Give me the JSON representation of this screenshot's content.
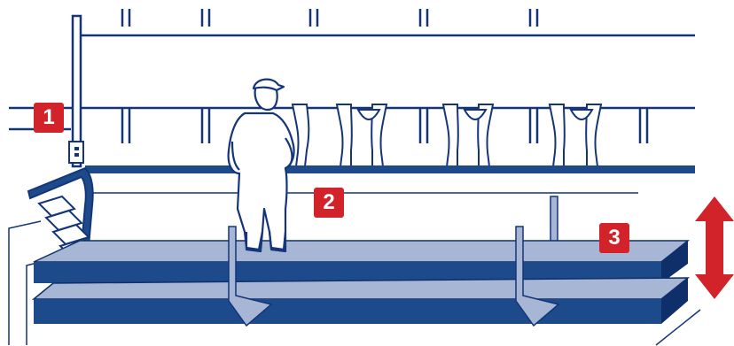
{
  "colors": {
    "outline": "#14357a",
    "platform_dark": "#1d4a8a",
    "platform_light": "#a7b6d4",
    "platform_edge": "#0f2f6b",
    "badge": "#d2232a",
    "arrow": "#d2232a",
    "background": "#ffffff"
  },
  "callouts": [
    {
      "label": "1",
      "icon": "number-badge"
    },
    {
      "label": "2",
      "icon": "number-badge"
    },
    {
      "label": "3",
      "icon": "number-badge"
    }
  ],
  "icons": {
    "operator": "milker-person-icon",
    "height_arrow": "double-arrow-vertical-icon",
    "cows": "cow-hind-legs-icon"
  }
}
